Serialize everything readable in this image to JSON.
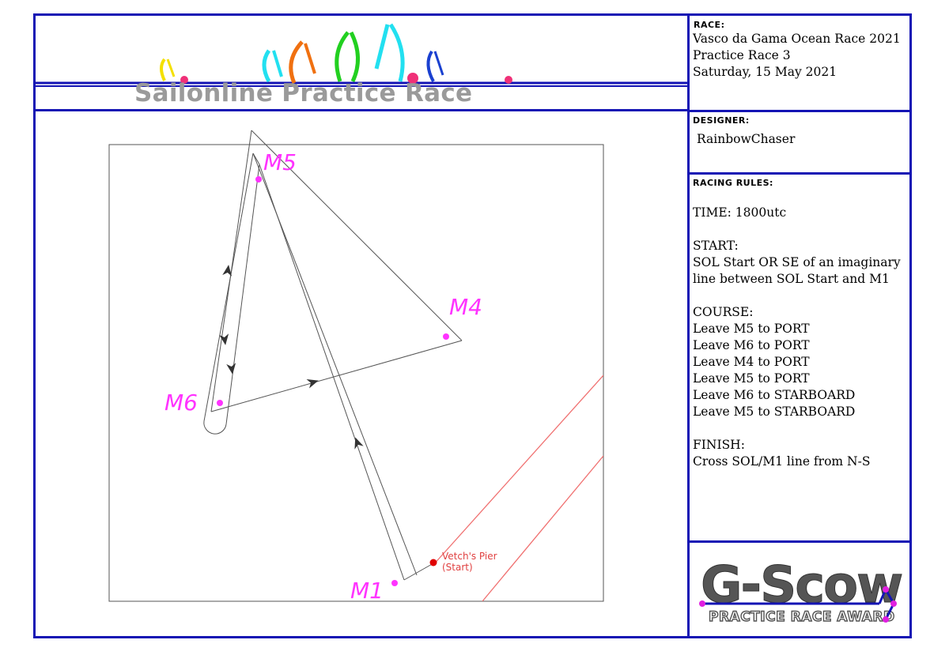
{
  "banner": {
    "title": "Sailonline Practice Race"
  },
  "race": {
    "heading": "RACE:",
    "lines": [
      "Vasco da Gama Ocean Race 2021",
      "Practice Race 3",
      "Saturday, 15 May 2021"
    ]
  },
  "designer": {
    "heading": "DESIGNER:",
    "name": "RainbowChaser"
  },
  "rules": {
    "heading": "RACING RULES:",
    "time": "TIME: 1800utc",
    "start_heading": "START:",
    "start_lines": [
      "SOL Start OR SE of an imaginary",
      "line between SOL Start and M1"
    ],
    "course_heading": "COURSE:",
    "course_lines": [
      "Leave M5 to PORT",
      "Leave M6 to PORT",
      "Leave M4 to PORT",
      "Leave M5 to PORT",
      "Leave M6 to STARBOARD",
      "Leave M5 to STARBOARD"
    ],
    "finish_heading": "FINISH:",
    "finish_line": "Cross SOL/M1 line from N-S"
  },
  "map": {
    "marks": [
      {
        "label": "M5"
      },
      {
        "label": "M4"
      },
      {
        "label": "M6"
      },
      {
        "label": "M1"
      }
    ],
    "start_label_1": "Vetch's Pier",
    "start_label_2": "(Start)",
    "mark_color": "#ff33ff",
    "start_color": "#e00000",
    "shore_color": "#f07070"
  },
  "award": {
    "logo": "G-Scow",
    "subtitle": "PRACTICE RACE AWARD"
  },
  "colors": {
    "frame": "#1414b4"
  }
}
